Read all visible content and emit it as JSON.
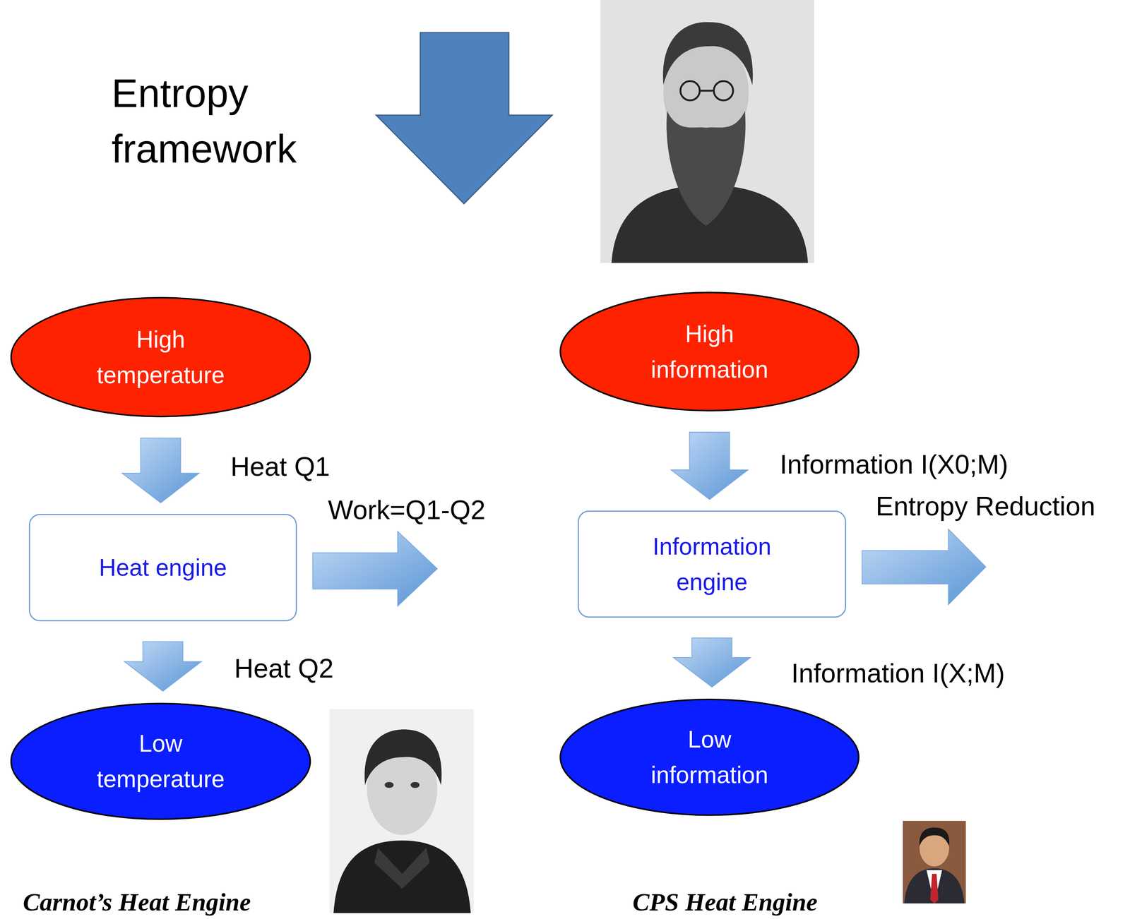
{
  "diagram": {
    "title": "Entropy framework",
    "nodes": [
      {
        "text": [
          "High temperature"
        ]
      },
      {
        "text": [
          "Heat engine"
        ]
      },
      {
        "text": [
          "Low temperature"
        ]
      },
      {
        "text": [
          "High information"
        ]
      },
      {
        "text": [
          "Information engine"
        ]
      },
      {
        "text": [
          "Low information"
        ]
      }
    ],
    "edges": [
      {
        "from": 0,
        "to": 1,
        "label": "Heat Q1",
        "arrow": "to"
      },
      {
        "from": 1,
        "to": 2,
        "label": "Heat Q2",
        "arrow": "to"
      },
      {
        "from": 3,
        "to": 4,
        "label": "Information I(X0;M)",
        "arrow": "to"
      },
      {
        "from": 4,
        "to": 5,
        "label": "Information I(X;M)",
        "arrow": "to"
      }
    ],
    "labels": [
      "Work=Q1-Q2",
      "Entropy Reduction",
      "Carnot’s Heat Engine",
      "CPS Heat Engine"
    ]
  }
}
